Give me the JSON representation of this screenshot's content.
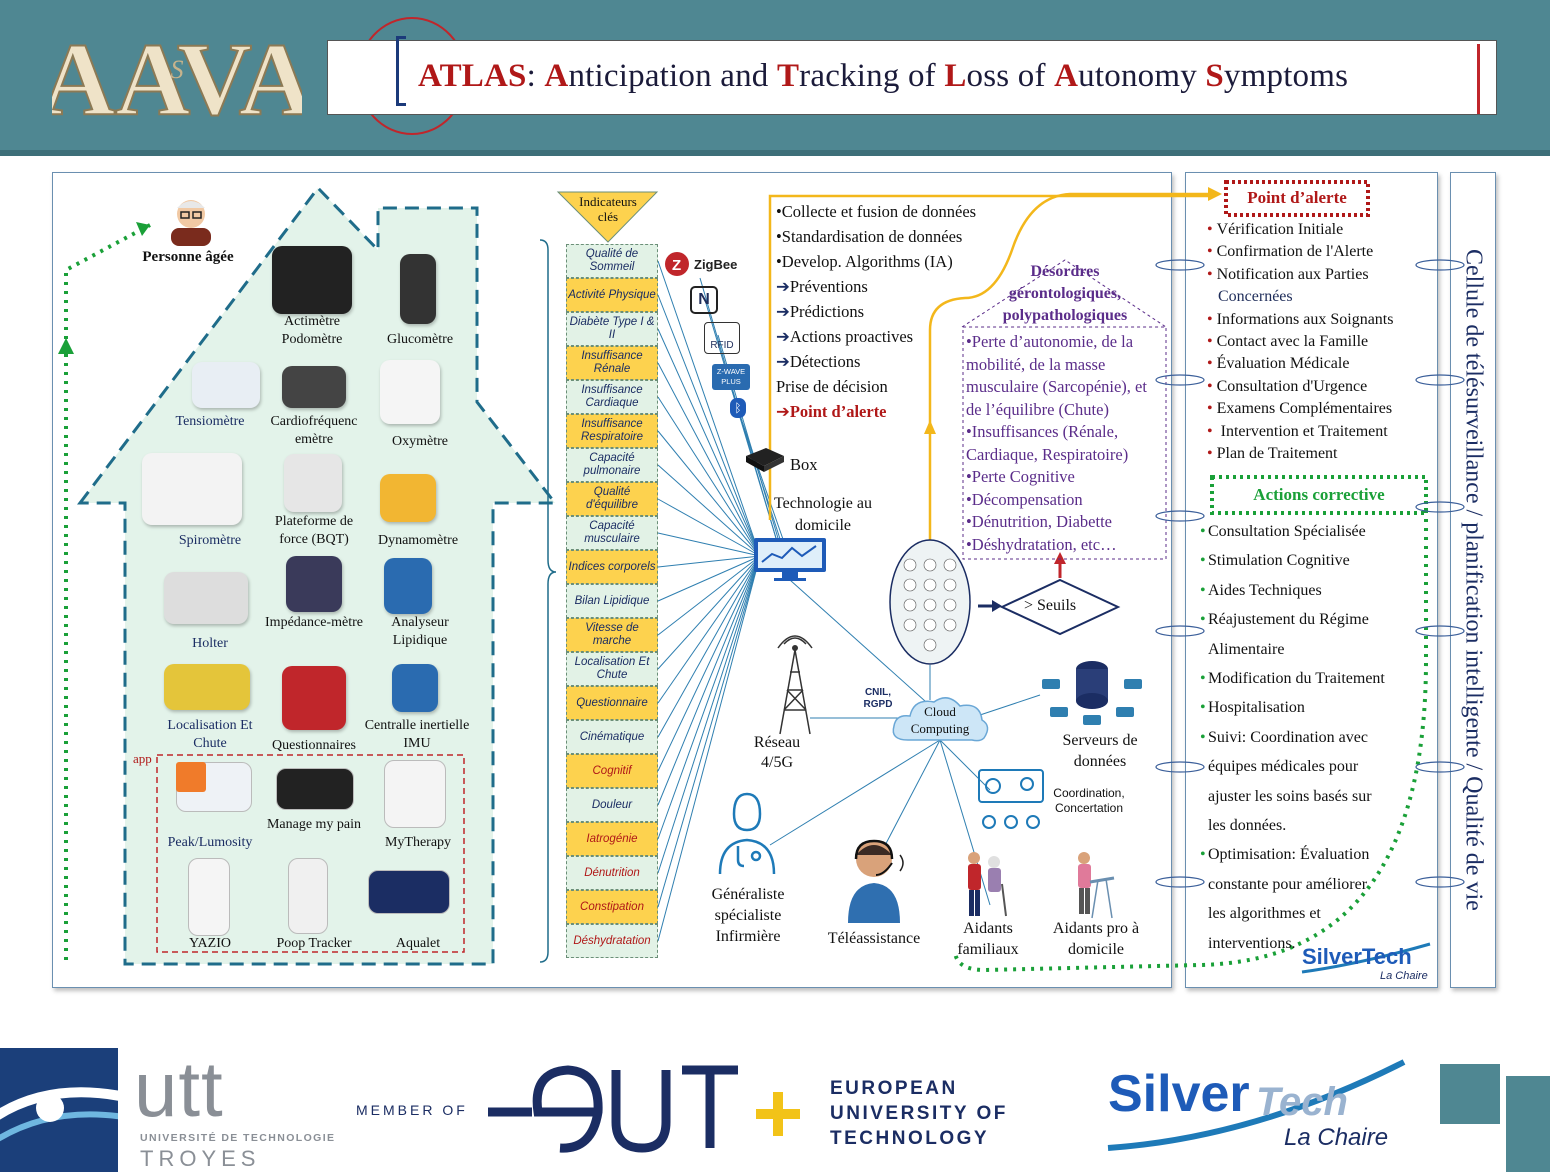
{
  "header": {
    "logo_text": "AAVA",
    "title_parts": [
      {
        "t": "ATLAS",
        "red": true
      },
      {
        "t": ": ",
        "red": false
      },
      {
        "t": "A",
        "red": true
      },
      {
        "t": "nticipation and ",
        "red": false
      },
      {
        "t": "T",
        "red": true
      },
      {
        "t": "racking of ",
        "red": false
      },
      {
        "t": "L",
        "red": true
      },
      {
        "t": "oss of ",
        "red": false
      },
      {
        "t": "A",
        "red": true
      },
      {
        "t": "utonomy ",
        "red": false
      },
      {
        "t": "S",
        "red": true
      },
      {
        "t": "ymptoms",
        "red": false
      }
    ]
  },
  "house": {
    "person_label": "Personne âgée",
    "app_tag": "app",
    "devices": [
      {
        "label": "Actimètre Podomètre",
        "icon": "smartwatch-icon"
      },
      {
        "label": "Glucomètre",
        "icon": "glucometer-icon"
      },
      {
        "label": "Tensiomètre",
        "icon": "blood-pressure-monitor-icon"
      },
      {
        "label": "Cardiofréquenc emètre",
        "icon": "heart-rate-strap-icon"
      },
      {
        "label": "Oxymètre",
        "icon": "oximeter-icon"
      },
      {
        "label": "Spiromètre",
        "icon": "spirometer-icon"
      },
      {
        "label": "Plateforme de force (BQT)",
        "icon": "scale-icon"
      },
      {
        "label": "Dynamomètre",
        "icon": "grip-ball-icon"
      },
      {
        "label": "Holter",
        "icon": "holter-icon"
      },
      {
        "label": "Impédance-mètre",
        "icon": "impedance-scale-icon"
      },
      {
        "label": "Analyseur Lipidique",
        "icon": "lipid-analyzer-icon"
      },
      {
        "label": "Localisation Et Chute",
        "icon": "fall-sensor-icon"
      },
      {
        "label": "Questionnaires",
        "icon": "questionnaire-icon"
      },
      {
        "label": "Centralle inertielle IMU",
        "icon": "imu-icon"
      }
    ],
    "apps": [
      {
        "label": "Peak/Lumosity",
        "icon": "brain-app-icon"
      },
      {
        "label": "Manage my pain",
        "icon": "pain-app-icon"
      },
      {
        "label": "MyTherapy",
        "icon": "therapy-app-icon"
      },
      {
        "label": "YAZIO",
        "icon": "yazio-app-icon"
      },
      {
        "label": "Poop Tracker",
        "icon": "poop-tracker-app-icon"
      },
      {
        "label": "Aqualet",
        "icon": "aqualet-app-icon"
      }
    ]
  },
  "indicators": {
    "header": "Indicateurs clés",
    "items": [
      {
        "label": "Qualité de Sommeil",
        "style": "g",
        "red": false
      },
      {
        "label": "Activité Physique",
        "style": "y",
        "red": false
      },
      {
        "label": "Diabète Type I & II",
        "style": "g",
        "red": false
      },
      {
        "label": "Insuffisance Rénale",
        "style": "y",
        "red": false
      },
      {
        "label": "Insuffisance Cardiaque",
        "style": "g",
        "red": false
      },
      {
        "label": "Insuffisance Respiratoire",
        "style": "y",
        "red": false
      },
      {
        "label": "Capacité pulmonaire",
        "style": "g",
        "red": false
      },
      {
        "label": "Qualité d'équilibre",
        "style": "y",
        "red": false
      },
      {
        "label": "Capacité musculaire",
        "style": "g",
        "red": false
      },
      {
        "label": "Indices corporels",
        "style": "y",
        "red": false
      },
      {
        "label": "Bilan Lipidique",
        "style": "g",
        "red": false
      },
      {
        "label": "Vitesse de marche",
        "style": "y",
        "red": false
      },
      {
        "label": "Localisation Et Chute",
        "style": "g",
        "red": false
      },
      {
        "label": "Questionnaire",
        "style": "y",
        "red": false
      },
      {
        "label": "Cinématique",
        "style": "g",
        "red": false
      },
      {
        "label": "Cognitif",
        "style": "y",
        "red": true
      },
      {
        "label": "Douleur",
        "style": "g",
        "red": false
      },
      {
        "label": "Iatrogénie",
        "style": "y",
        "red": true
      },
      {
        "label": "Dénutrition",
        "style": "g",
        "red": true
      },
      {
        "label": "Constipation",
        "style": "y",
        "red": true
      },
      {
        "label": "Déshydratation",
        "style": "g",
        "red": true
      }
    ]
  },
  "protocols": [
    "ZigBee",
    "NFC",
    "RFID",
    "Z-WAVE PLUS",
    "Bluetooth"
  ],
  "network": {
    "box": "Box",
    "home_tech": "Technologie au domicile",
    "network": "Réseau 4/5G",
    "cnil": "CNIL, RGPD",
    "cloud": "Cloud Computing",
    "servers": "Serveurs de données",
    "coordination": "Coordination, Concertation",
    "gp": "Généraliste spécialiste Infirmière",
    "teleassist": "Téléassistance",
    "family": "Aidants familiaux",
    "pro": "Aidants pro à domicile",
    "seuils": "> Seuils"
  },
  "processing": {
    "items": [
      {
        "bullet": "•",
        "text": "Collecte et fusion de données",
        "red": false
      },
      {
        "bullet": "•",
        "text": "Standardisation de données",
        "red": false
      },
      {
        "bullet": "•",
        "text": "Develop.  Algorithms (IA)",
        "red": false
      },
      {
        "bullet": "➔",
        "text": "Préventions",
        "red": false
      },
      {
        "bullet": "➔",
        "text": "Prédictions",
        "red": false
      },
      {
        "bullet": "➔",
        "text": "Actions proactives",
        "red": false
      },
      {
        "bullet": "➔",
        "text": "Détections",
        "red": false
      },
      {
        "bullet": "",
        "text": "Prise de décision",
        "red": false
      },
      {
        "bullet": "➔",
        "text": "Point d’alerte",
        "red": true
      }
    ]
  },
  "disorders": {
    "title": "Désordres gérontologiques, polypathologiques",
    "items": [
      "•Perte d’autonomie, de la mobilité, de la masse musculaire (Sarcopénie), et de l’équilibre (Chute)",
      "•Insuffisances (Rénale, Cardiaque, Respiratoire)",
      "•Perte Cognitive",
      "•Décompensation",
      "•Dénutrition, Diabette",
      "•Déshydratation, etc…"
    ]
  },
  "alert": {
    "title": "Point d’alerte",
    "items": [
      "Vérification Initiale",
      "Confirmation de l'Alerte",
      "Notification aux Parties",
      "Concernées",
      "Informations aux Soignants",
      "Contact avec la Famille",
      "Évaluation Médicale",
      "Consultation d'Urgence",
      "Examens Complémentaires",
      " Intervention et Traitement",
      "Plan de Traitement"
    ]
  },
  "actions": {
    "title": "Actions corrective",
    "items": [
      {
        "b": "•",
        "t": "Consultation Spécialisée"
      },
      {
        "b": "•",
        "t": "Stimulation Cognitive"
      },
      {
        "b": "•",
        "t": "Aides Techniques"
      },
      {
        "b": "•",
        "t": "Réajustement du Régime"
      },
      {
        "b": "",
        "t": "Alimentaire"
      },
      {
        "b": "•",
        "t": "Modification du Traitement"
      },
      {
        "b": "•",
        "t": "Hospitalisation"
      },
      {
        "b": "•",
        "t": "Suivi: Coordination avec"
      },
      {
        "b": "",
        "t": "équipes médicales pour"
      },
      {
        "b": "",
        "t": "ajuster les soins basés sur"
      },
      {
        "b": "",
        "t": "les données."
      },
      {
        "b": "•",
        "t": "Optimisation: Évaluation"
      },
      {
        "b": "",
        "t": "constante pour améliorer"
      },
      {
        "b": "",
        "t": "les algorithmes et"
      },
      {
        "b": "",
        "t": "interventions."
      }
    ]
  },
  "silvertech_small": {
    "brand": "SilverTech",
    "sub": "La Chaire"
  },
  "side_title": "Cellule de télésurveillance / planification intelligente / Qualité de vie",
  "footer": {
    "utt_big": "utt",
    "utt_sub": "UNIVERSITÉ DE TECHNOLOGIE",
    "utt_city": "TROYES",
    "member_of": "MEMBER OF",
    "eut_line1": "EUROPEAN",
    "eut_line2": "UNIVERSITY OF",
    "eut_line3": "TECHNOLOGY",
    "silver": "Silver",
    "tech": "Tech",
    "la_chaire": "La Chaire"
  },
  "colors": {
    "header_bg": "#4f8792",
    "accent_red": "#b01818",
    "navy": "#1b2d63",
    "house_fill": "#e3f3ea",
    "house_border": "#1f6c8a",
    "green_dotted": "#1aa038",
    "yellow_arrow": "#f3b71b",
    "indicator_yellow": "#fdd24e"
  }
}
